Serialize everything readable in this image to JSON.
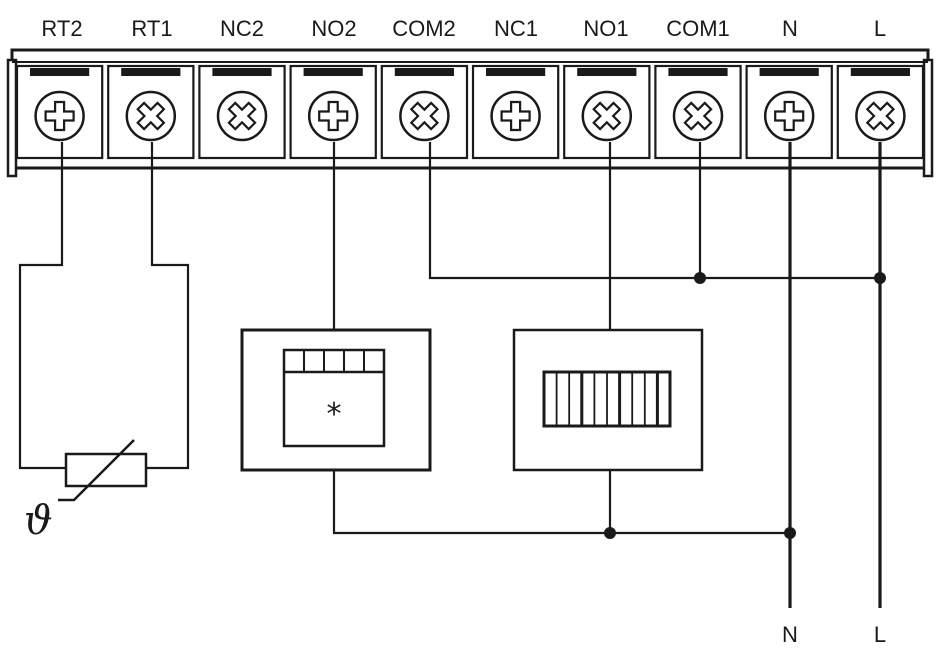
{
  "terminal_block": {
    "terminals": [
      {
        "label": "RT2",
        "screw": "cross"
      },
      {
        "label": "RT1",
        "screw": "x"
      },
      {
        "label": "NC2",
        "screw": "x"
      },
      {
        "label": "NO2",
        "screw": "cross"
      },
      {
        "label": "COM2",
        "screw": "x"
      },
      {
        "label": "NC1",
        "screw": "cross"
      },
      {
        "label": "NO1",
        "screw": "x"
      },
      {
        "label": "COM1",
        "screw": "x"
      },
      {
        "label": "N",
        "screw": "cross"
      },
      {
        "label": "L",
        "screw": "x"
      }
    ]
  },
  "sensor": {
    "symbol": "ϑ"
  },
  "load_2": {
    "symbol": "*"
  },
  "supply": {
    "neutral_label": "N",
    "line_label": "L"
  },
  "colors": {
    "line": "#1a1a1a",
    "block_fill": "#ffffff"
  }
}
